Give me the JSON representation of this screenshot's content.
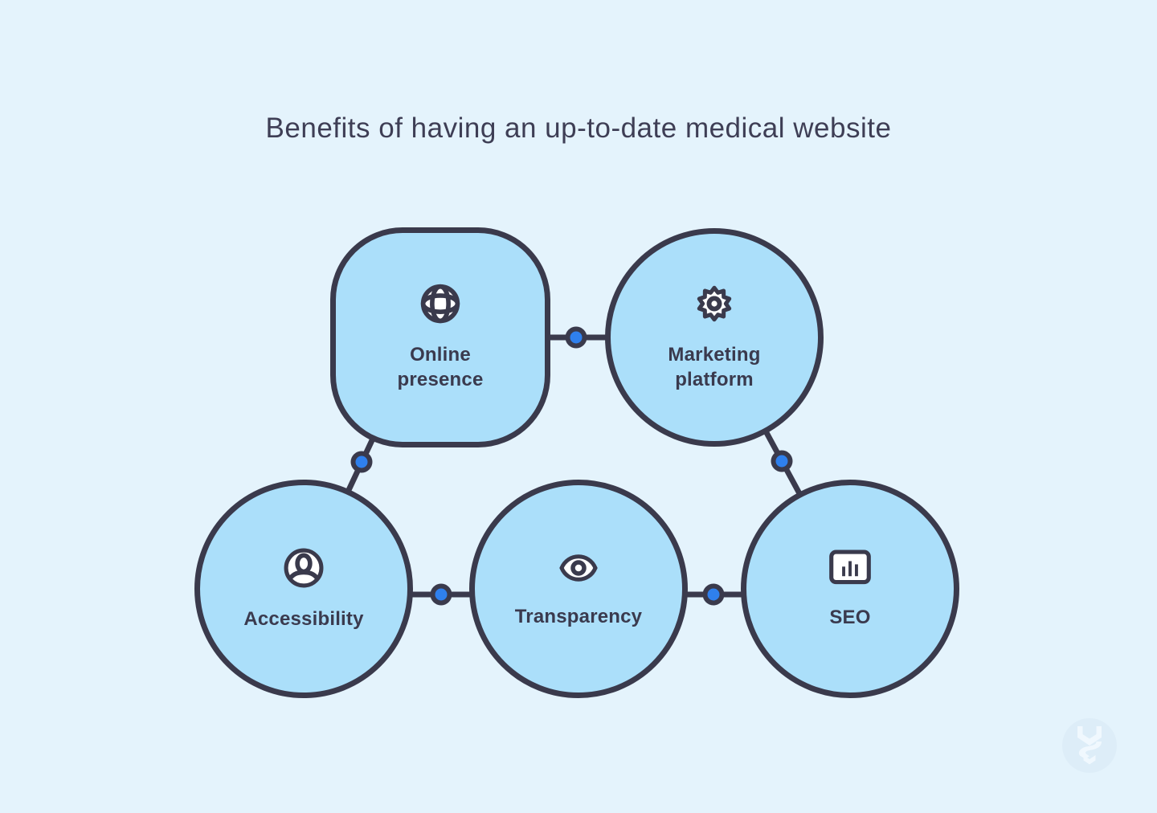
{
  "title": "Benefits of having an up-to-date medical website",
  "nodes": [
    {
      "id": "online-presence",
      "label": "Online\npresence",
      "icon": "globe-icon",
      "shape": "rounded-square"
    },
    {
      "id": "marketing-platform",
      "label": "Marketing\nplatform",
      "icon": "gear-icon",
      "shape": "circle"
    },
    {
      "id": "accessibility",
      "label": "Accessibility",
      "icon": "user-icon",
      "shape": "circle"
    },
    {
      "id": "transparency",
      "label": "Transparency",
      "icon": "eye-icon",
      "shape": "circle"
    },
    {
      "id": "seo",
      "label": "SEO",
      "icon": "bar-chart-icon",
      "shape": "circle"
    }
  ],
  "connections": [
    {
      "from": "online-presence",
      "to": "marketing-platform"
    },
    {
      "from": "online-presence",
      "to": "accessibility"
    },
    {
      "from": "marketing-platform",
      "to": "seo"
    },
    {
      "from": "accessibility",
      "to": "transparency"
    },
    {
      "from": "transparency",
      "to": "seo"
    }
  ],
  "colors": {
    "background": "#e4f3fc",
    "node_fill": "#abdffa",
    "outline": "#3a3a4c",
    "connector_dot": "#2f80ed",
    "title_text": "#3e3e55",
    "label_text": "#3a3a4e",
    "icon_fill": "#ffffff",
    "watermark_circle": "#ddedf8",
    "watermark_logo": "#f0f8fe"
  }
}
